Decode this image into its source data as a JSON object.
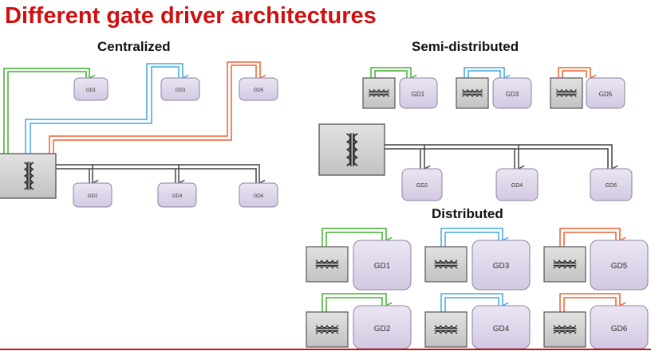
{
  "title": "Different gate driver architectures",
  "sections": {
    "centralized": "Centralized",
    "semi_distributed": "Semi-distributed",
    "distributed": "Distributed"
  },
  "gate_drivers": {
    "gd1": "GD1",
    "gd2": "GD2",
    "gd3": "GD3",
    "gd4": "GD4",
    "gd5": "GD5",
    "gd6": "GD6"
  },
  "colors": {
    "title": "#d01010",
    "green_line": "#40b030",
    "blue_line": "#40a8e0",
    "orange_line": "#f06030",
    "dark_line": "#444444",
    "gd_fill": "#e0d8ec",
    "transformer_fill": "#d4d4d4"
  },
  "icons": {
    "transformer": "transformer-icon",
    "gate_driver": "gate-driver-block"
  }
}
